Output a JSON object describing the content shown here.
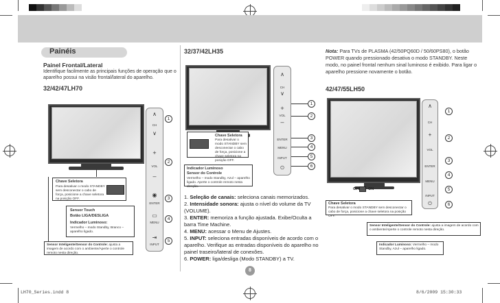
{
  "section_title": "Painéis",
  "subheading": "Painel Frontal/Lateral",
  "intro": "Identifique facilmente as principais funções de operação que o aparelho possui na visão frontal/lateral do aparelho.",
  "model_left": "32/42/47LH70",
  "model_middle": "32/37/42LH35",
  "model_right": "42/47/55LH50",
  "note_label": "Nota:",
  "note_text": "Para TVs de PLASMA (42/50PQ60D / 50/60PS80), o botão POWER quando pressionado desativa o modo STANDBY. Neste modo, no painel frontal nenhum sinal luminoso é exibido. Para ligar o aparelho pressione novamente o botão.",
  "left_callouts": {
    "chave_title": "Chave Seletora",
    "chave_text": "Para desativar o modo STANDBY sem desconectar o cabo de força, posicione a chave seletora na posição OFF.",
    "sensor_touch_title": "Sensor Touch",
    "botao_title": "Botão LIGA/DESLIGA",
    "indicador_title": "Indicador Luminoso:",
    "indicador_text": "Vermelho – modo Standby, Branco – aparelho ligado.",
    "sensor_title": "Sensor Inteligente/Sensor do Controle:",
    "sensor_text": "ajusta a imagem de acordo com o ambiente/Aperte o controle remoto nesta direção."
  },
  "left_controls": [
    "CH",
    "VOL",
    "ENTER",
    "MENU",
    "INPUT"
  ],
  "mid_callouts": {
    "chave_title": "Chave Seletora",
    "chave_text": "Para desativar o modo STANDBY sem desconectar o cabo de força, posicione a chave seletora na posição OFF.",
    "indicador_title": "Indicador Luminoso",
    "sensor_title": "Sensor do Controle",
    "indicador_text": "Vermelho – modo Standby, Azul – aparelho ligado. Aperte o controle remoto nesta direção."
  },
  "mid_controls": [
    "CH",
    "VOL",
    "ENTER",
    "MENU",
    "INPUT"
  ],
  "functions": [
    {
      "n": "1.",
      "label": "Seleção de canais:",
      "text": "seleciona canais memorizados."
    },
    {
      "n": "2.",
      "label": "Intensidade sonora:",
      "text": "ajusta o nível do volume da TV (VOLUME)."
    },
    {
      "n": "3.",
      "label": "ENTER:",
      "text": "memoriza a função ajustada. Exibe/Oculta a barra Time Machine."
    },
    {
      "n": "4.",
      "label": "MENU:",
      "text": "acessar o Menu de Ajustes."
    },
    {
      "n": "5.",
      "label": "INPUT:",
      "text": "seleciona entradas disponíveis de acordo com o aparelho. Verifique as entradas disponíveis do aparelho no painel traseiro/lateral de conexões."
    },
    {
      "n": "6.",
      "label": "POWER:",
      "text": "liga/desliga (Modo STANDBY) a TV."
    }
  ],
  "right_callouts": {
    "off_label": "OFF",
    "on_label": "ON",
    "chave_title": "Chave Seletora",
    "chave_text": "Para desativar o modo STANDBY sem desconectar o cabo de força, posicione a chave seletora na posição OFF.",
    "sensor_title": "Sensor Inteligente/Sensor do Controle:",
    "sensor_text": "ajusta a imagem de acordo com o ambiente/Aperte o controle remoto nesta direção.",
    "indicador_title": "Indicador Luminoso:",
    "indicador_text": "Vermelho – modo Standby, Azul – aparelho ligado."
  },
  "right_controls": [
    "CH",
    "VOL",
    "ENTER",
    "MENU",
    "INPUT"
  ],
  "page_number": "8",
  "footer_left": "LH70_Series.indd   8",
  "footer_right": "8/6/2009   15:30:33"
}
